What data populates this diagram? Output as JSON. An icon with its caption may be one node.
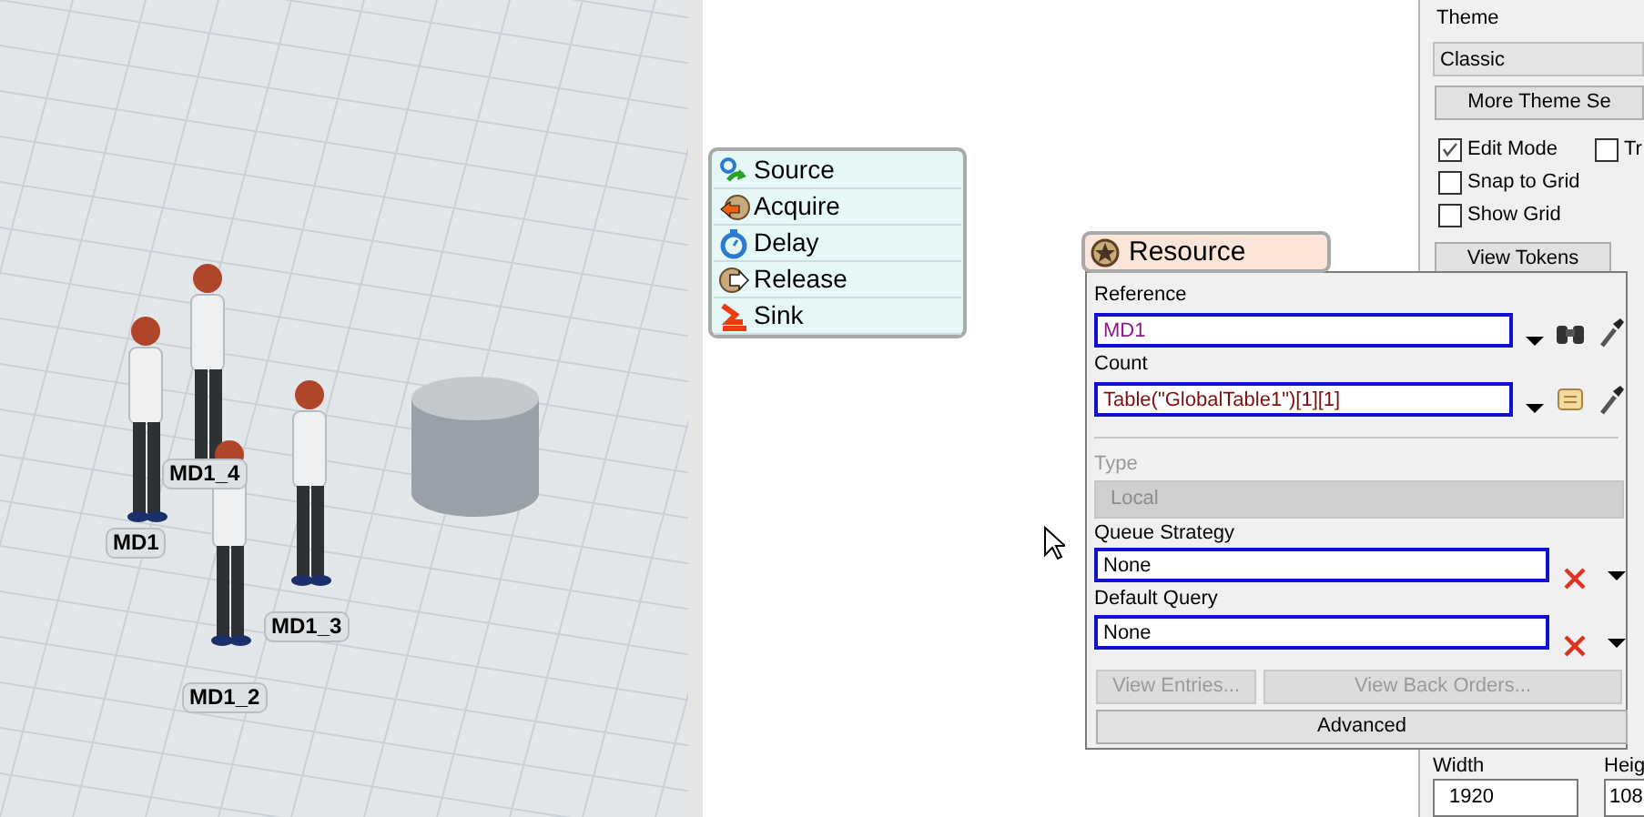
{
  "diagram": {
    "nodes": [
      {
        "text": [],
        "shape": "box"
      },
      {
        "text": [
          "Source"
        ],
        "in": 0
      },
      {
        "text": [
          "Acquire"
        ],
        "in": 0
      },
      {
        "text": [
          "Delay"
        ],
        "in": 0
      },
      {
        "text": [
          "Release"
        ],
        "in": 0
      },
      {
        "text": [
          "Sink"
        ],
        "in": 0
      },
      {
        "text": [
          "Resource"
        ]
      }
    ],
    "labels": [
      "Theme",
      "Classic",
      "More Theme Se",
      "Edit Mode",
      "Tr",
      "Snap to Grid",
      "Show Grid",
      "View Tokens",
      "Reference",
      "MD1",
      "Count",
      "Table(\"GlobalTable1\")[1][1]",
      "Type",
      "Local",
      "Queue Strategy",
      "None",
      "Default Query",
      "None",
      "View Entries...",
      "View Back Orders...",
      "Advanced",
      "Width",
      "1920",
      "Heig",
      "108",
      "MD1_4",
      "MD1",
      "MD1_3",
      "MD1_2"
    ]
  }
}
